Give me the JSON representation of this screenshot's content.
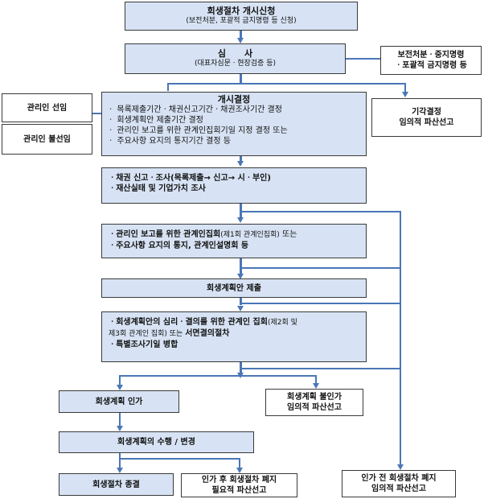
{
  "start": {
    "title": "회생절차 개시신청",
    "sub": "(보전처분, 포괄적 금지명령 등 신청)"
  },
  "review": {
    "title": "심      사",
    "sub": "(대표자심문ㆍ현장검증 등)"
  },
  "side_preservation": {
    "line1": "보전처분ㆍ중지명령",
    "line2": "ㆍ포괄적 금지명령 등"
  },
  "manager_appoint": "관리인 선임",
  "manager_none": "관리인 불선임",
  "dismissal": {
    "line1": "기각결정",
    "line2": "임의적 파산선고"
  },
  "commencement": {
    "title": "개시결정",
    "items": [
      "ㆍ 목록제출기간ㆍ채권신고기간ㆍ채권조사기간  결정",
      "ㆍ 회생계획안 제출기간 결정",
      "ㆍ 관리인 보고를 위한 관계인집회기일 지정 결정  또는",
      "ㆍ 주요사항 요지의 통지기간 결정 등"
    ]
  },
  "claims": {
    "line1": "ㆍ채권 신고ㆍ조사(목록제출→ 신고→ 시ㆍ부인)",
    "line2": "ㆍ재산실태 및 기업가치 조사"
  },
  "meeting1": {
    "line1_a": "ㆍ관리인 보고를 위한 관계인집회",
    "line1_b": "(제1회 관계인집회)",
    "line1_c": " 또는",
    "line2": "ㆍ주요사항 요지의 통지,  관계인설명회 등"
  },
  "plan_submit": "회생계획안  제출",
  "meeting23": {
    "line1_a": "ㆍ회생계획안의 심리ㆍ결의를 위한 관계인 집회",
    "line1_b": "(제2회 및",
    "line2_a": "제3회 관계인 집회) 또는 ",
    "line2_b": "서면결의절차",
    "line3": "ㆍ특별조사기일 병합"
  },
  "approval": "회생계획 인가",
  "disapproval": {
    "line1": "회생계획 불인가",
    "line2": "임의적 파산선고"
  },
  "execution": "회생계획의 수행 / 변경",
  "termination": "회생절차 종결",
  "abolish_after": {
    "line1": "인가 후 회생절차 폐지",
    "line2": "필요적 파산선고"
  },
  "abolish_before": {
    "line1": "인가 전 회생절차 폐지",
    "line2": "임의적 파산선고"
  },
  "colors": {
    "box_fill": "#d7e3f4",
    "connector": "#4a76b6",
    "border": "#3a3a3a"
  }
}
